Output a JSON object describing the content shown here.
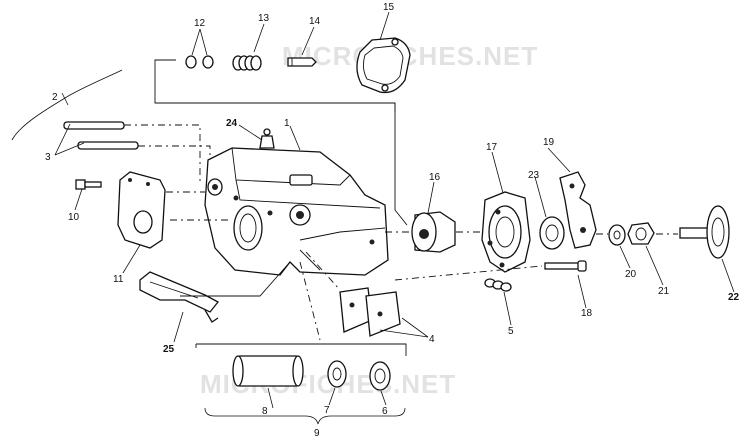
{
  "watermark": {
    "top": "MICROFICHES.NET",
    "bottom": "MICROFICHES.NET"
  },
  "callouts": [
    {
      "id": "1",
      "label": "1",
      "bold": false
    },
    {
      "id": "2",
      "label": "2",
      "bold": false
    },
    {
      "id": "3",
      "label": "3",
      "bold": false
    },
    {
      "id": "4",
      "label": "4",
      "bold": false
    },
    {
      "id": "5",
      "label": "5",
      "bold": false
    },
    {
      "id": "6",
      "label": "6",
      "bold": false
    },
    {
      "id": "7",
      "label": "7",
      "bold": false
    },
    {
      "id": "8",
      "label": "8",
      "bold": false
    },
    {
      "id": "9",
      "label": "9",
      "bold": false
    },
    {
      "id": "10",
      "label": "10",
      "bold": false
    },
    {
      "id": "11",
      "label": "11",
      "bold": false
    },
    {
      "id": "12",
      "label": "12",
      "bold": false
    },
    {
      "id": "13",
      "label": "13",
      "bold": false
    },
    {
      "id": "14",
      "label": "14",
      "bold": false
    },
    {
      "id": "15",
      "label": "15",
      "bold": false
    },
    {
      "id": "16",
      "label": "16",
      "bold": false
    },
    {
      "id": "17",
      "label": "17",
      "bold": false
    },
    {
      "id": "18",
      "label": "18",
      "bold": false
    },
    {
      "id": "19",
      "label": "19",
      "bold": false
    },
    {
      "id": "20",
      "label": "20",
      "bold": false
    },
    {
      "id": "21",
      "label": "21",
      "bold": false
    },
    {
      "id": "22",
      "label": "22",
      "bold": true
    },
    {
      "id": "23",
      "label": "23",
      "bold": false
    },
    {
      "id": "24",
      "label": "24",
      "bold": true
    },
    {
      "id": "25",
      "label": "25",
      "bold": true
    }
  ]
}
